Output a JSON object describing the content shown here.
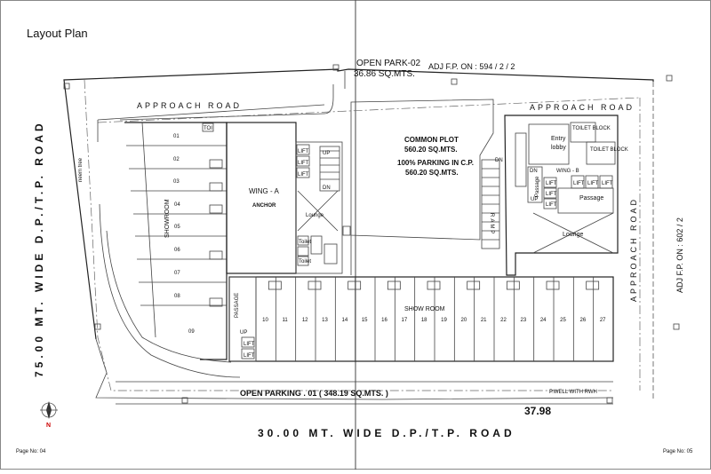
{
  "page": {
    "title": "Layout Plan",
    "page_left": "Page No: 04",
    "page_right": "Page No: 05"
  },
  "roads": {
    "left": "75.00 MT. WIDE D.P./T.P. ROAD",
    "bottom": "30.00 MT. WIDE D.P./T.P. ROAD",
    "approach_top_left": "APPROACH ROAD",
    "approach_top_right": "APPROACH ROAD",
    "approach_right": "APPROACH ROAD",
    "adj_top": "ADJ F.P. ON : 594 / 2 / 2",
    "adj_right": "ADJ F.P. ON : 602 / 2"
  },
  "labels": {
    "open_park_1": "OPEN PARK-02",
    "open_park_2": "36.86 SQ.MTS.",
    "common_plot_1": "COMMON PLOT",
    "common_plot_2": "560.20 SQ.MTS.",
    "parking_1": "100% PARKING IN C.P.",
    "parking_2": "560.20 SQ.MTS.",
    "open_parking": "OPEN PARKING . 01 ( 348.19 SQ.MTS. )",
    "dimension": "37.98",
    "well": "P.WELL WITH RWH",
    "wing_a": "WING - A",
    "anchor": "ANCHOR",
    "wing_b": "WING - B",
    "showroom_left": "SHOWROOM",
    "show_room": "SHOW ROOM",
    "lounge_a": "Lounge",
    "lounge_b": "Lounge",
    "passage_b": "Passage",
    "passage_b_v": "Passage",
    "passage_bottom": "PASSAGE",
    "entry_lobby_1": "Entry",
    "entry_lobby_2": "lobby",
    "toilet_block_1": "TOILET BLOCK",
    "toilet_block_2": "TOILET BLOCK",
    "ramp": "RAMP",
    "lift": "LIFT",
    "up": "UP",
    "dn": "DN",
    "toilet": "Toilet",
    "toi": "TOI",
    "compass_n": "N",
    "tree_note": "neem tree"
  },
  "left_units": [
    "01",
    "02",
    "03",
    "04",
    "05",
    "06",
    "07",
    "08",
    "09"
  ],
  "bottom_units": [
    "10",
    "11",
    "12",
    "13",
    "14",
    "15",
    "16",
    "17",
    "18",
    "19",
    "20",
    "21",
    "22",
    "23",
    "24",
    "25",
    "26",
    "27"
  ]
}
